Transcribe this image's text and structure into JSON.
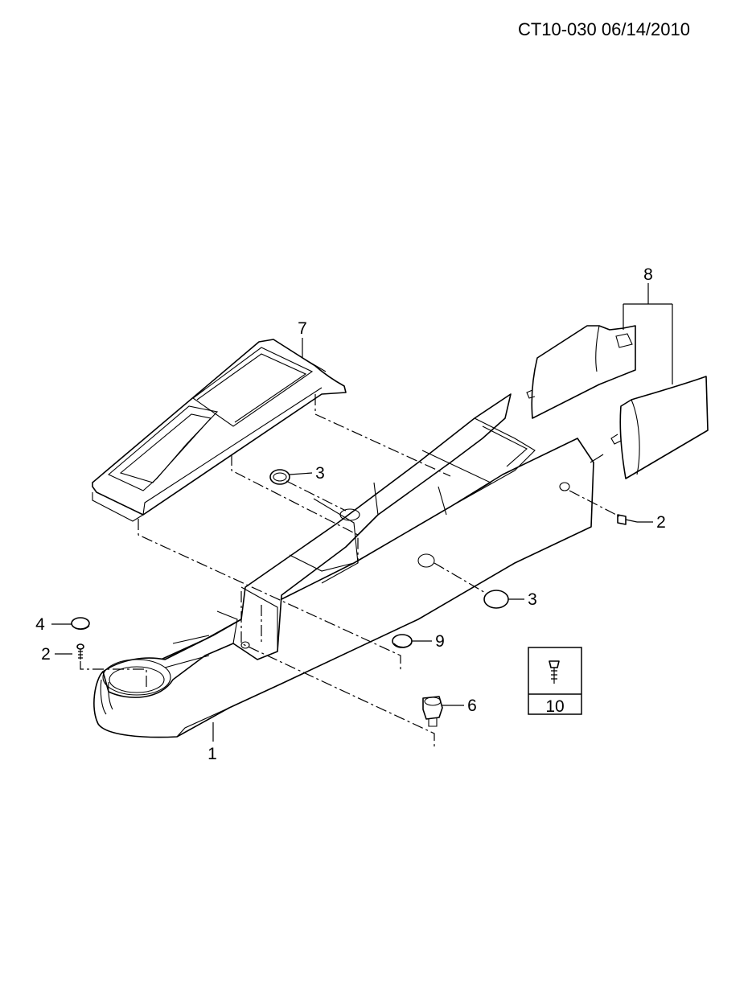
{
  "header": {
    "code": "CT10-030 06/14/2010"
  },
  "callouts": [
    {
      "id": "c8",
      "label": "8"
    },
    {
      "id": "c7",
      "label": "7"
    },
    {
      "id": "c3a",
      "label": "3"
    },
    {
      "id": "c2a",
      "label": "2"
    },
    {
      "id": "c3b",
      "label": "3"
    },
    {
      "id": "c4",
      "label": "4"
    },
    {
      "id": "c2b",
      "label": "2"
    },
    {
      "id": "c9",
      "label": "9"
    },
    {
      "id": "c6",
      "label": "6"
    },
    {
      "id": "c1",
      "label": "1"
    }
  ],
  "legend_box": {
    "label": "10",
    "icon": "screw-icon"
  }
}
